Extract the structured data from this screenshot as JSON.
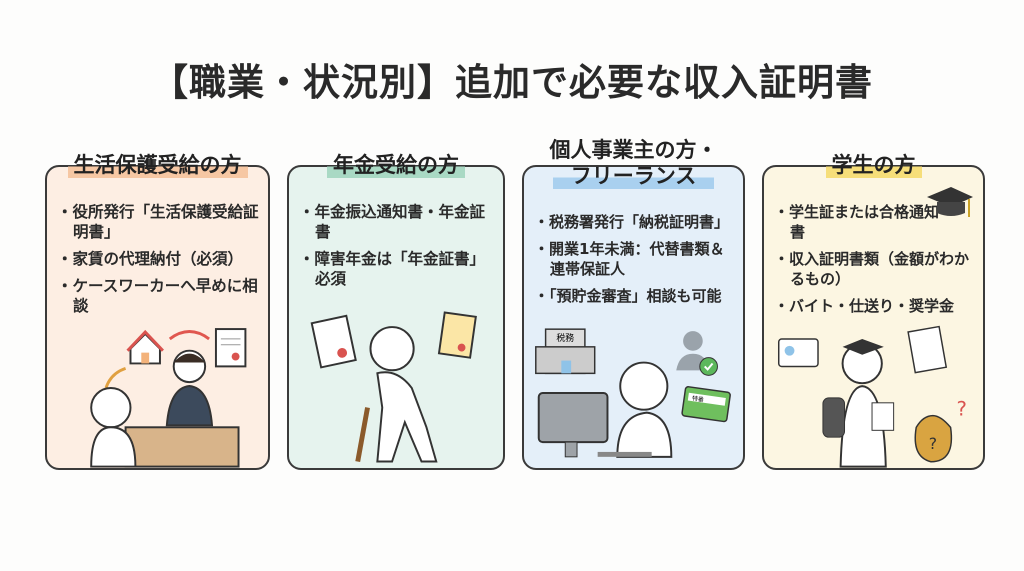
{
  "title": "【職業・状況別】追加で必要な収入証明書",
  "cards": [
    {
      "heading": "生活保護受給の方",
      "bg": "#fdeee3",
      "accent": "#f6c7a3",
      "items": [
        "役所発行「生活保護受給証明書」",
        "家賃の代理納付（必須）",
        "ケースワーカーへ早めに相談"
      ]
    },
    {
      "heading": "年金受給の方",
      "bg": "#e6f3ee",
      "accent": "#a9d9c4",
      "items": [
        "年金振込通知書・年金証書",
        "障害年金は「年金証書」必須"
      ]
    },
    {
      "heading_line1": "個人事業主の方・",
      "heading_line2": "フリーランス",
      "bg": "#e4eff9",
      "accent": "#a9d0ef",
      "items": [
        "税務署発行「納税証明書」",
        "開業1年未満：代替書類＆連帯保証人",
        "「預貯金審査」相談も可能"
      ],
      "building_label": "税務",
      "card_label": "特番"
    },
    {
      "heading": "学生の方",
      "bg": "#fcf6e2",
      "accent": "#f6de79",
      "items": [
        "学生証または合格通知書",
        "収入証明書類（金額がわかるもの）",
        "バイト・仕送り・奨学金"
      ]
    }
  ]
}
